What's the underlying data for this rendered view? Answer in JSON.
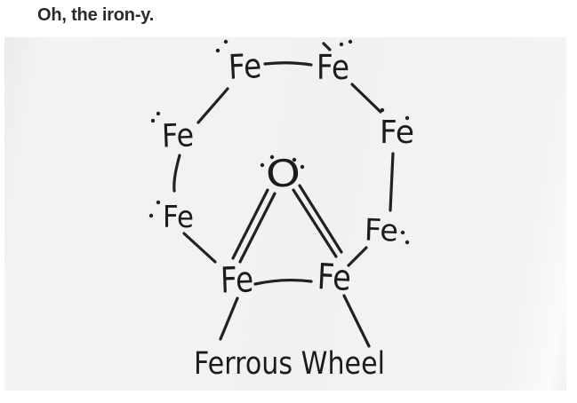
{
  "caption": "Oh, the iron-y.",
  "molecule": {
    "atoms": [
      "Fe",
      "Fe",
      "Fe",
      "Fe",
      "Fe",
      "Fe",
      "Fe",
      "Fe"
    ],
    "center_atom": "O",
    "title": "Ferrous Wheel"
  },
  "colors": {
    "background": "#ffffff",
    "paper": "#f1f1f0",
    "ink": "#212121",
    "caption_text": "#2a2a2a"
  }
}
